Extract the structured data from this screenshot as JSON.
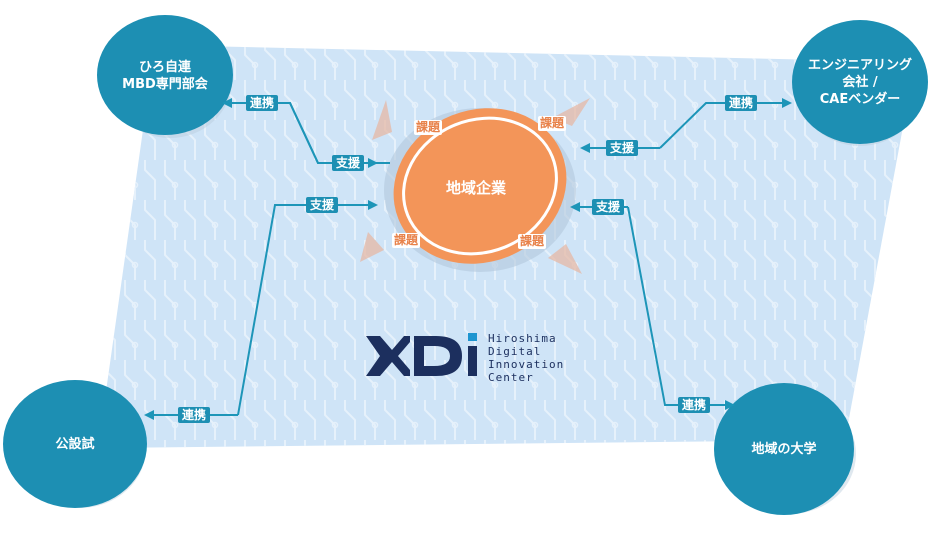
{
  "center": {
    "label": "地域企業",
    "issue_label": "課題"
  },
  "partners": {
    "hiro": {
      "lines": [
        "ひろ自連",
        "MBD専門部会"
      ]
    },
    "eng": {
      "lines": [
        "エンジニアリング",
        "会社 /",
        "CAEベンダー"
      ]
    },
    "public": {
      "lines": [
        "公設試"
      ]
    },
    "univ": {
      "lines": [
        "地域の大学"
      ]
    }
  },
  "tags": {
    "renkei": "連携",
    "shien": "支援"
  },
  "logo": {
    "lines": [
      "Hiroshima",
      "Digital",
      "Innovation",
      "Center"
    ]
  },
  "colors": {
    "partner": "#1d8fb3",
    "center": "#f39559",
    "arrow": "#1d95b8",
    "board": "#cfe4f7"
  }
}
